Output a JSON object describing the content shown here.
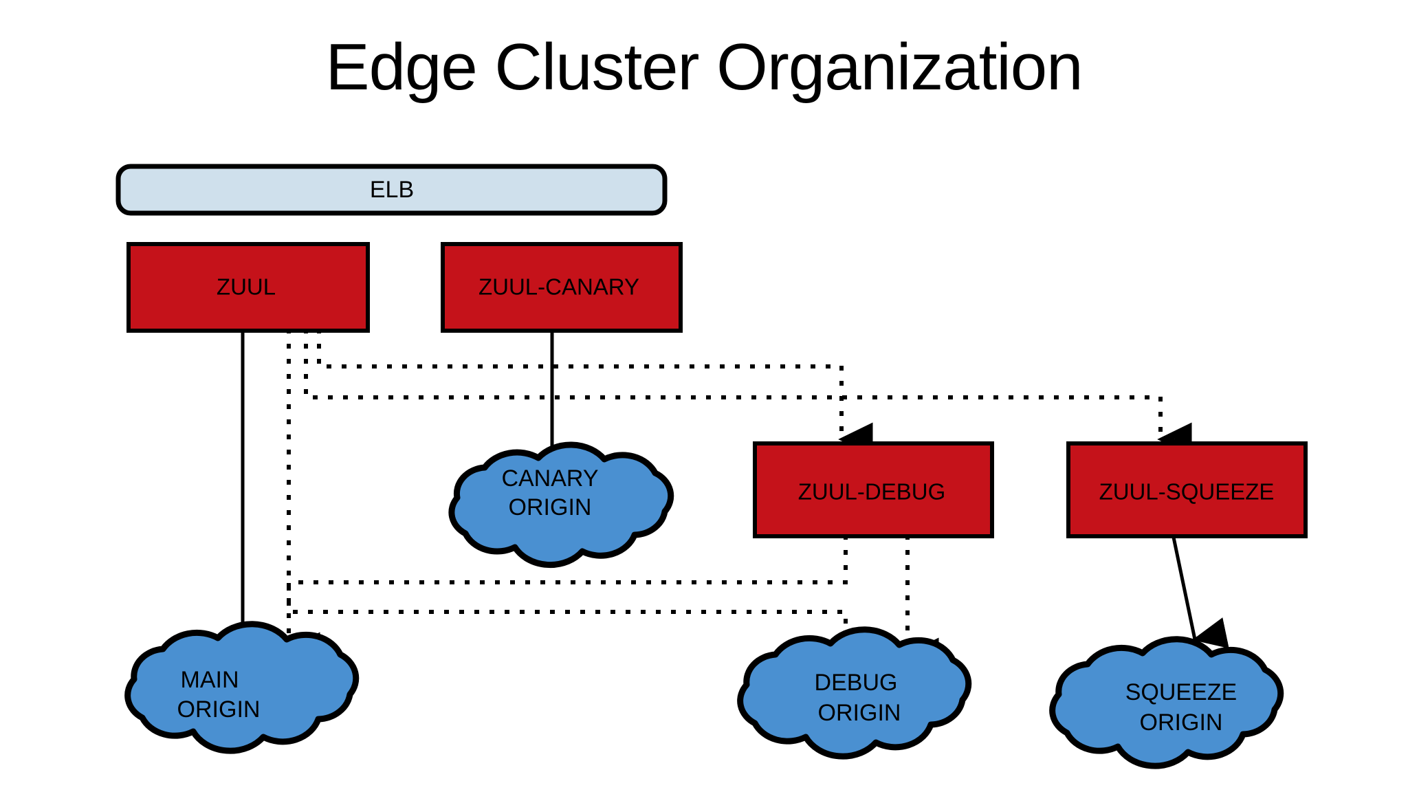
{
  "title": "Edge Cluster Organization",
  "colors": {
    "background": "#ffffff",
    "elb_fill": "#cfe0ec",
    "zuul_fill": "#c5121a",
    "cloud_fill": "#4a90d1",
    "stroke": "#000000"
  },
  "nodes": {
    "elb": {
      "label": "ELB",
      "type": "load-balancer"
    },
    "zuul": {
      "label": "ZUUL",
      "type": "service-box"
    },
    "zuul_canary": {
      "label": "ZUUL-CANARY",
      "type": "service-box"
    },
    "zuul_debug": {
      "label": "ZUUL-DEBUG",
      "type": "service-box"
    },
    "zuul_squeeze": {
      "label": "ZUUL-SQUEEZE",
      "type": "service-box"
    },
    "main_origin": {
      "label_line1": "MAIN",
      "label_line2": "ORIGIN",
      "type": "cloud"
    },
    "canary_origin": {
      "label_line1": "CANARY",
      "label_line2": "ORIGIN",
      "type": "cloud"
    },
    "debug_origin": {
      "label_line1": "DEBUG",
      "label_line2": "ORIGIN",
      "type": "cloud"
    },
    "squeeze_origin": {
      "label_line1": "SQUEEZE",
      "label_line2": "ORIGIN",
      "type": "cloud"
    }
  },
  "edges": [
    {
      "from": "zuul",
      "to": "main_origin",
      "style": "solid"
    },
    {
      "from": "zuul_canary",
      "to": "canary_origin",
      "style": "solid"
    },
    {
      "from": "zuul_squeeze",
      "to": "squeeze_origin",
      "style": "solid"
    },
    {
      "from": "zuul",
      "to": "zuul_debug",
      "style": "dotted"
    },
    {
      "from": "zuul",
      "to": "zuul_squeeze",
      "style": "dotted"
    },
    {
      "from": "zuul",
      "to": "main_origin",
      "style": "dotted"
    },
    {
      "from": "zuul_debug",
      "to": "debug_origin",
      "style": "dotted"
    },
    {
      "from": "zuul_debug",
      "to": "main_origin",
      "style": "dotted"
    },
    {
      "from": "zuul_debug",
      "to": "debug_origin",
      "style": "dotted"
    }
  ]
}
